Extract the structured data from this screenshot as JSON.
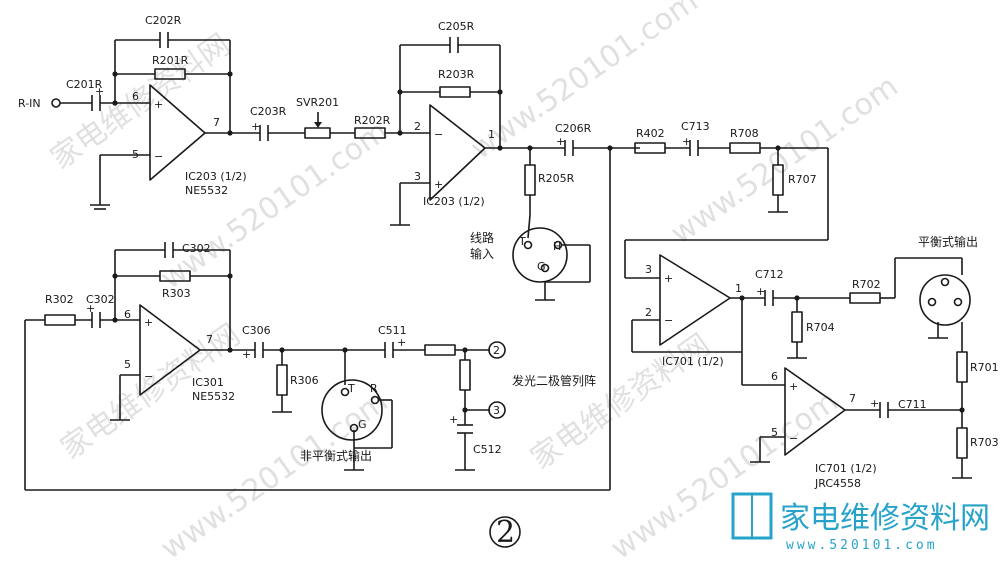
{
  "diagram": {
    "figure_number": "②",
    "input_label": "R-IN",
    "ic203a": {
      "name": "IC203 (1/2)",
      "part": "NE5532",
      "pins": [
        "6",
        "5",
        "7"
      ]
    },
    "ic203b": {
      "name": "IC203 (1/2)",
      "pins": [
        "2",
        "3",
        "1"
      ]
    },
    "ic301": {
      "name": "IC301",
      "part": "NE5532",
      "pins": [
        "6",
        "5",
        "7"
      ]
    },
    "ic701a": {
      "name": "IC701 (1/2)",
      "pins": [
        "3",
        "2",
        "1"
      ]
    },
    "ic701b": {
      "name": "IC701 (1/2)",
      "part": "JRC4558",
      "pins": [
        "6",
        "5",
        "7"
      ]
    },
    "components": {
      "c201r": "C201R",
      "c202r": "C202R",
      "r201r": "R201R",
      "c203r": "C203R",
      "svr201": "SVR201",
      "r202r": "R202R",
      "c205r": "C205R",
      "r203r": "R203R",
      "r205r": "R205R",
      "c206r": "C206R",
      "r402": "R402",
      "c713": "C713",
      "r708": "R708",
      "r707": "R707",
      "c712": "C712",
      "r702": "R702",
      "r704": "R704",
      "r701": "R701",
      "r703": "R703",
      "c711": "C711",
      "r302": "R302",
      "c302a": "C302",
      "c302b": "C302",
      "r303": "R303",
      "c306": "C306",
      "r306": "R306",
      "c511": "C511",
      "c512": "C512"
    },
    "labels": {
      "line_input_1": "线路",
      "line_input_2": "输入",
      "balanced_output": "平衡式输出",
      "unbalanced_output": "非平衡式输出",
      "led_array": "发光二极管列阵",
      "node2": "2",
      "node3": "3",
      "xlr_t": "T",
      "xlr_g": "G",
      "xlr_h": "H",
      "jack_t": "T",
      "jack_g": "G",
      "jack_r": "R"
    },
    "watermark": {
      "text_cn": "家电维修资料网",
      "text_url": "www.520101.com",
      "logo_cn": "家电维修资料网",
      "logo_url": "www.520101.com"
    }
  }
}
